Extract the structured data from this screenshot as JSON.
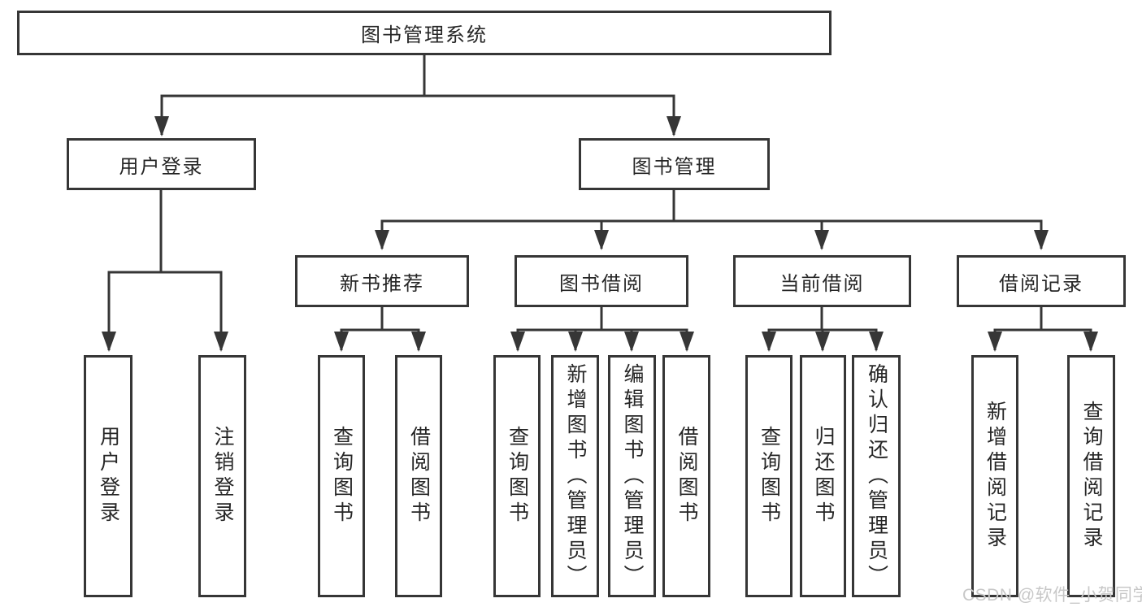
{
  "watermark": {
    "text": "CSDN @软件_小贺同学"
  },
  "colors": {
    "line": "#363636",
    "box_border": "#363636",
    "box_fill": "#ffffff",
    "text": "#262626",
    "watermark": "#c8c8c8",
    "background": "#ffffff"
  },
  "tree": {
    "label": "图书管理系统",
    "children": [
      {
        "label": "用户登录",
        "children": [
          {
            "label": "用户登录"
          },
          {
            "label": "注销登录"
          }
        ]
      },
      {
        "label": "图书管理",
        "children": [
          {
            "label": "新书推荐",
            "children": [
              {
                "label": "查询图书"
              },
              {
                "label": "借阅图书"
              }
            ]
          },
          {
            "label": "图书借阅",
            "children": [
              {
                "label": "查询图书"
              },
              {
                "label": "新增图书（管理员）"
              },
              {
                "label": "编辑图书（管理员）"
              },
              {
                "label": "借阅图书"
              }
            ]
          },
          {
            "label": "当前借阅",
            "children": [
              {
                "label": "查询图书"
              },
              {
                "label": "归还图书"
              },
              {
                "label": "确认归还（管理员）"
              }
            ]
          },
          {
            "label": "借阅记录",
            "children": [
              {
                "label": "新增借阅记录"
              },
              {
                "label": "查询借阅记录"
              }
            ]
          }
        ]
      }
    ]
  }
}
